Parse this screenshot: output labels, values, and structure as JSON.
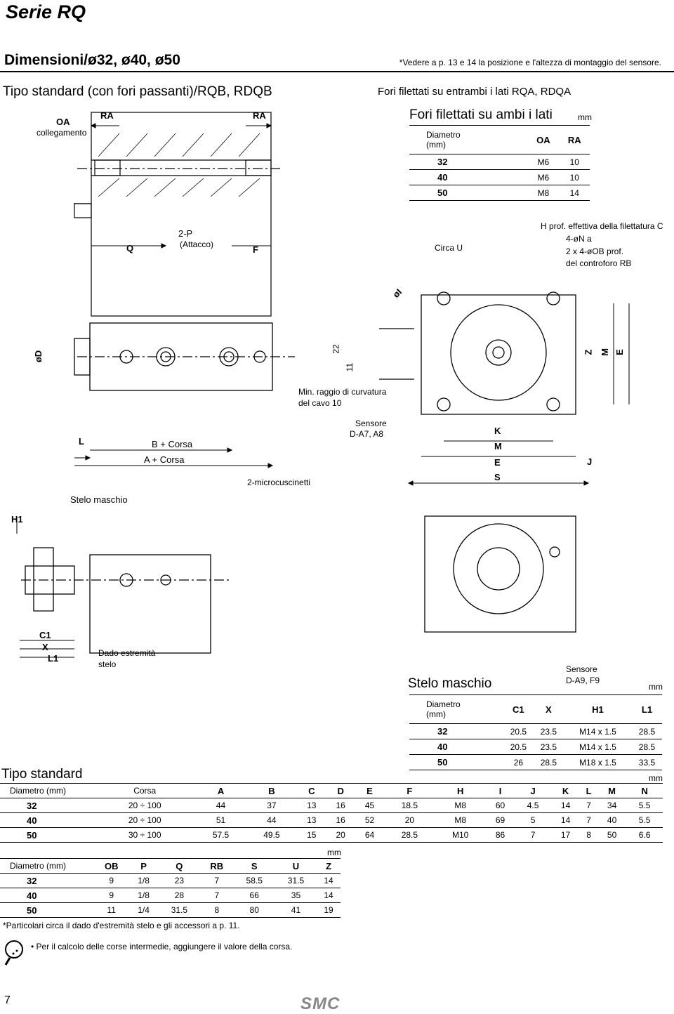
{
  "header": {
    "series": "Serie RQ",
    "dim_title": "Dimensioni/ø32, ø40, ø50",
    "sensor_note": "*Vedere a p. 13 e 14 la posizione e l'altezza di montaggio del sensore.",
    "subtitle_left": "Tipo standard (con fori passanti)/RQB, RDQB",
    "subtitle_right": "Fori filettati su entrambi i lati RQA, RDQA"
  },
  "drawing_labels": {
    "oa": "OA",
    "collegamento": "collegamento",
    "ra": "RA",
    "q": "Q",
    "p": "2-P",
    "attacco": "(Attacco)",
    "f": "F",
    "circa_u": "Circa U",
    "h_prof": "H prof. effettiva della filettatura C",
    "n": "4-øN a",
    "ob": "2 x 4-øOB prof.",
    "controforo": "del controforo RB",
    "i": "øI",
    "d": "øD",
    "n22": "22",
    "n11": "11",
    "z": "Z",
    "m": "M",
    "e": "E",
    "min_raggio": "Min. raggio di curvatura",
    "del_cavo": "del cavo 10",
    "sensore_a": "Sensore",
    "sensore_a_model": "D-A7, A8",
    "l": "L",
    "b_corsa": "B + Corsa",
    "a_corsa": "A + Corsa",
    "microcuscinetti": "2-microcuscinetti",
    "k": "K",
    "m2": "M",
    "e2": "E",
    "s": "S",
    "j": "J",
    "stelo_maschio": "Stelo maschio",
    "h1": "H1",
    "c1": "C1",
    "x": "X",
    "l1": "L1",
    "dado": "Dado estremità",
    "stelo": "stelo",
    "sensore_b": "Sensore",
    "sensore_b_model": "D-A9, F9"
  },
  "thread_table": {
    "title": "Fori filettati su ambi i lati",
    "unit": "mm",
    "headers": [
      "Diametro\n(mm)",
      "OA",
      "RA"
    ],
    "rows": [
      [
        "32",
        "M6",
        "10"
      ],
      [
        "40",
        "M6",
        "10"
      ],
      [
        "50",
        "M8",
        "14"
      ]
    ]
  },
  "rod_table": {
    "title": "Stelo maschio",
    "unit": "mm",
    "headers": [
      "Diametro\n(mm)",
      "C1",
      "X",
      "H1",
      "L1"
    ],
    "rows": [
      [
        "32",
        "20.5",
        "23.5",
        "M14 x 1.5",
        "28.5"
      ],
      [
        "40",
        "20.5",
        "23.5",
        "M14 x 1.5",
        "28.5"
      ],
      [
        "50",
        "26",
        "28.5",
        "M18 x 1.5",
        "33.5"
      ]
    ]
  },
  "main_table": {
    "title": "Tipo standard",
    "unit": "mm",
    "headers": [
      "Diametro (mm)",
      "Corsa",
      "A",
      "B",
      "C",
      "D",
      "E",
      "F",
      "H",
      "I",
      "J",
      "K",
      "L",
      "M",
      "N"
    ],
    "rows": [
      [
        "32",
        "20 ÷ 100",
        "44",
        "37",
        "13",
        "16",
        "45",
        "18.5",
        "M8",
        "60",
        "4.5",
        "14",
        "7",
        "34",
        "5.5"
      ],
      [
        "40",
        "20 ÷ 100",
        "51",
        "44",
        "13",
        "16",
        "52",
        "20",
        "M8",
        "69",
        "5",
        "14",
        "7",
        "40",
        "5.5"
      ],
      [
        "50",
        "30 ÷ 100",
        "57.5",
        "49.5",
        "15",
        "20",
        "64",
        "28.5",
        "M10",
        "86",
        "7",
        "17",
        "8",
        "50",
        "6.6"
      ]
    ]
  },
  "sub_table": {
    "unit": "mm",
    "headers": [
      "Diametro (mm)",
      "OB",
      "P",
      "Q",
      "RB",
      "S",
      "U",
      "Z"
    ],
    "rows": [
      [
        "32",
        "9",
        "1/8",
        "23",
        "7",
        "58.5",
        "31.5",
        "14"
      ],
      [
        "40",
        "9",
        "1/8",
        "28",
        "7",
        "66",
        "35",
        "14"
      ],
      [
        "50",
        "11",
        "1/4",
        "31.5",
        "8",
        "80",
        "41",
        "19"
      ]
    ]
  },
  "footnote": "*Particolari circa il dado d'estremità stelo e gli accessori a p. 11.",
  "tip": "• Per il calcolo delle corse intermedie, aggiungere il valore della corsa.",
  "page_number": "7",
  "brand": "SMC"
}
